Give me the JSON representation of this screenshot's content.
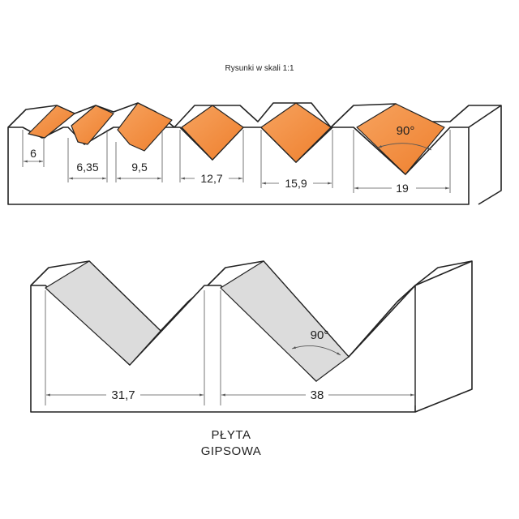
{
  "title": "Rysunki w skali 1:1",
  "top_profile": {
    "cuts": [
      {
        "width_label": "6"
      },
      {
        "width_label": "6,35"
      },
      {
        "width_label": "9,5"
      },
      {
        "width_label": "12,7"
      },
      {
        "width_label": "15,9"
      },
      {
        "width_label": "19",
        "angle_label": "90°"
      }
    ]
  },
  "bottom_profile": {
    "cuts": [
      {
        "width_label": "31,7"
      },
      {
        "width_label": "38",
        "angle_label": "90°"
      }
    ]
  },
  "caption": {
    "line1": "PŁYTA",
    "line2": "GIPSOWA"
  },
  "colors": {
    "orange_bit": "#f08a3c",
    "gray_bit": "#dcdcdc",
    "outline": "#222222",
    "dimension": "#555555"
  }
}
